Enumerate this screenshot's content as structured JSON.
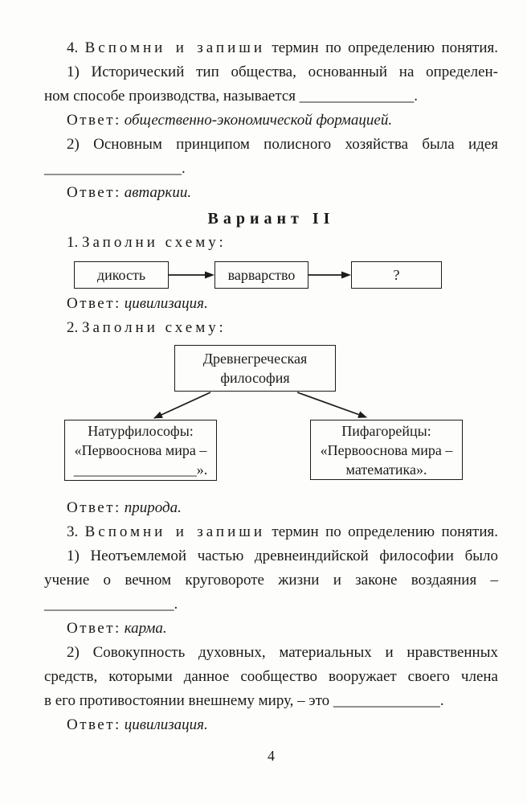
{
  "colors": {
    "page_bg": "#fdfdfb",
    "text": "#1a1a1a",
    "box_border": "#1c1c1c"
  },
  "exercise4": {
    "heading": {
      "num": "4.",
      "spaced": "Вспомни и запиши",
      "rest": "термин по определению понятия."
    },
    "q1": {
      "lines": [
        "1) Исторический тип общества, основанный на определен-",
        "ном способе производства, называется _______________."
      ]
    },
    "a1": {
      "label": "Ответ:",
      "text": "общественно-экономической формацией."
    },
    "q2": {
      "lines": [
        "2) Основным принципом полисного хозяйства была идея",
        "__________________."
      ]
    },
    "a2": {
      "label": "Ответ:",
      "text": "автаркии."
    }
  },
  "variant2": {
    "title": "Вариант II",
    "task1": {
      "num": "1.",
      "spaced": "Заполни схему:"
    },
    "diagram1": {
      "boxes": [
        "дикость",
        "варварство",
        "?"
      ]
    },
    "a1": {
      "label": "Ответ:",
      "text": "цивилизация."
    },
    "task2": {
      "num": "2.",
      "spaced": "Заполни схему:"
    },
    "diagram2": {
      "top": "Древнегреческая философия",
      "left_lines": [
        "Натурфилософы:",
        "«Первооснова мира –",
        "_________________»."
      ],
      "right_lines": [
        "Пифагорейцы:",
        "«Первооснова мира –",
        "математика»."
      ]
    },
    "a2": {
      "label": "Ответ:",
      "text": "природа."
    },
    "task3": {
      "num": "3.",
      "spaced": "Вспомни и запиши",
      "rest": "термин по определению понятия."
    },
    "q1": {
      "lines": [
        "1) Неотъемлемой частью древнеиндийской философии было",
        "учение о вечном круговороте жизни и законе воздаяния –",
        "_________________."
      ]
    },
    "a3": {
      "label": "Ответ:",
      "text": "карма."
    },
    "q2": {
      "lines": [
        "2) Совокупность духовных, материальных и нравственных",
        "средств, которыми данное сообщество вооружает своего члена",
        "в его противостоянии внешнему миру, – это ______________."
      ]
    },
    "a4": {
      "label": "Ответ:",
      "text": "цивилизация."
    }
  },
  "page_number": "4"
}
